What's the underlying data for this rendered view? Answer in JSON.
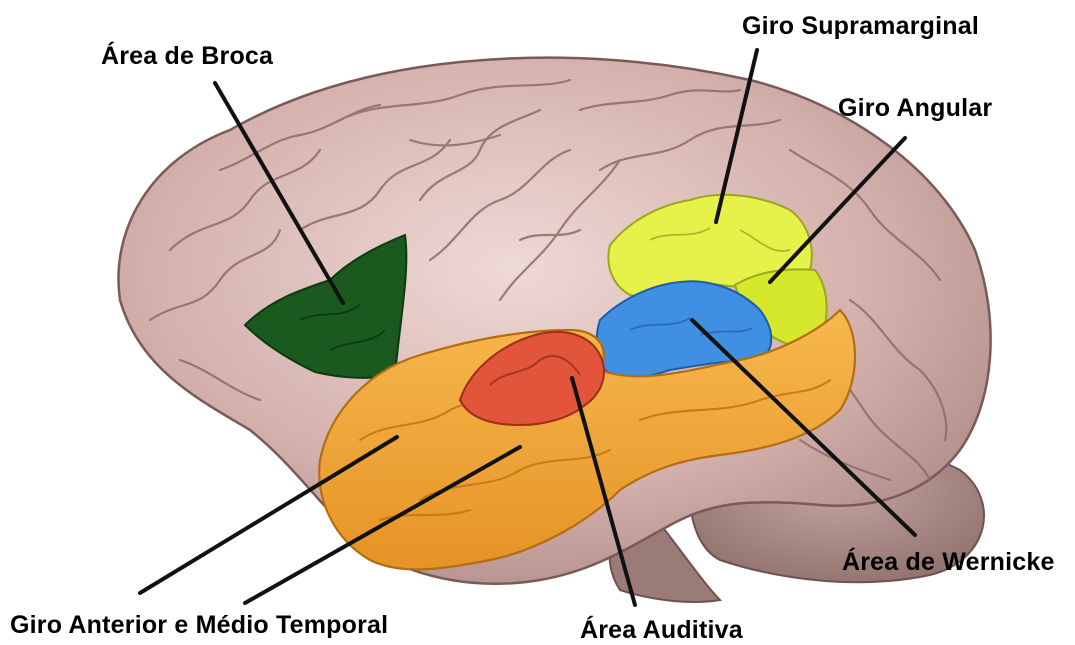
{
  "labels": {
    "broca": "Área de Broca",
    "supramarginal": "Giro Supramarginal",
    "angular": "Giro Angular",
    "wernicke": "Área de Wernicke",
    "auditiva": "Área Auditiva",
    "temporal": "Giro Anterior e Médio Temporal"
  },
  "colors": {
    "cortex": "#c9a5a1",
    "cortex_light": "#e8cdc8",
    "broca": "#1a5a1f",
    "supramarginal": "#e4f050",
    "angular": "#d8ea2e",
    "wernicke": "#3f8fe2",
    "auditiva": "#e2553a",
    "temporal": "#f2a53b",
    "cerebellum": "#a08080",
    "lines": "#111111"
  }
}
